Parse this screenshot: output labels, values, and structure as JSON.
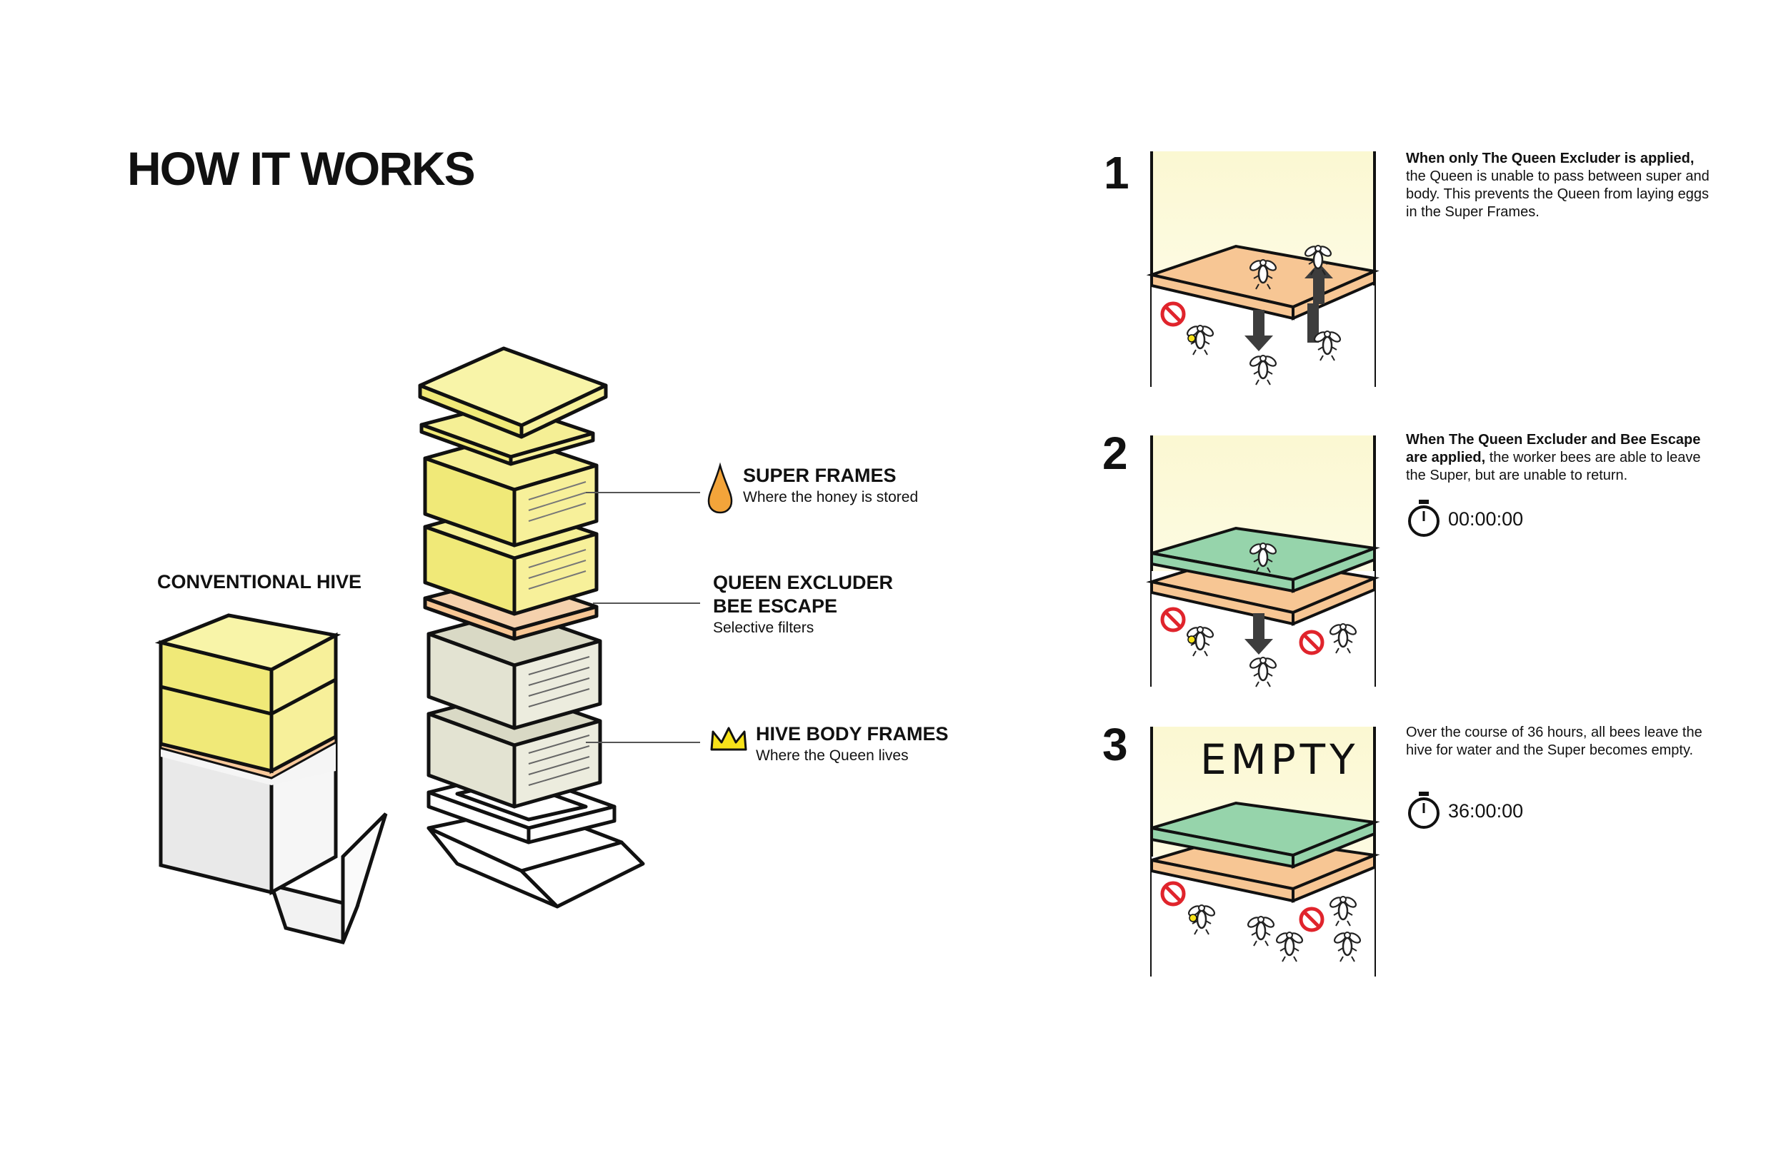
{
  "title": "HOW IT WORKS",
  "conventional_label": "CONVENTIONAL HIVE",
  "labels": {
    "super": {
      "head": "SUPER FRAMES",
      "sub": "Where the honey is stored"
    },
    "excluder": {
      "head1": "QUEEN EXCLUDER",
      "head2": "BEE ESCAPE",
      "sub": "Selective filters"
    },
    "body": {
      "head": "HIVE BODY FRAMES",
      "sub": "Where the Queen lives"
    }
  },
  "steps": [
    {
      "num": "1",
      "bold": "When only The Queen Excluder is applied,",
      "text": "the Queen is unable to pass between super and body. This prevents the Queen from laying eggs in the Super Frames."
    },
    {
      "num": "2",
      "bold": "When The Queen Excluder and Bee Escape are applied,",
      "text": "the worker bees are able to leave the Super, but are unable to return.",
      "timer": "00:00:00"
    },
    {
      "num": "3",
      "bold": "",
      "text": "Over the course of 36 hours, all bees leave the hive for water and the Super becomes empty.",
      "timer": "36:00:00",
      "panel_word": "EMPTY"
    }
  ],
  "colors": {
    "super_yellow": "#f2ee86",
    "excluder_orange": "#f7c694",
    "escape_green": "#96d4ab",
    "body_grey": "#e3e3d2",
    "panel_bg": "#fbf8d2"
  },
  "icons": [
    "honey-drop-icon",
    "crown-icon",
    "stopwatch-icon",
    "no-entry-icon",
    "bee-icon",
    "arrow-icon"
  ]
}
